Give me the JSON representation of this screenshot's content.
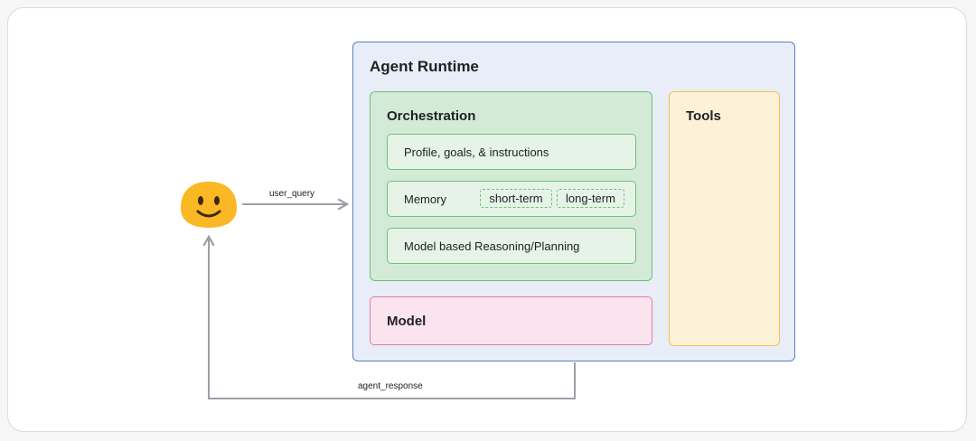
{
  "runtime": {
    "title": "Agent Runtime"
  },
  "orchestration": {
    "title": "Orchestration",
    "profile": "Profile, goals, & instructions",
    "memory": {
      "label": "Memory",
      "short_term": "short-term",
      "long_term": "long-term"
    },
    "reasoning": "Model based Reasoning/Planning"
  },
  "model": {
    "label": "Model"
  },
  "tools": {
    "label": "Tools"
  },
  "edges": {
    "user_query": "user_query",
    "agent_response": "agent_response"
  },
  "colors": {
    "runtime": "#5b7fc4",
    "orchestration": "#6fbf7a",
    "model": "#e27aa6",
    "tools": "#f4c04e",
    "user": "#f9b824",
    "arrow": "#9aa0a6"
  },
  "icons": {
    "user": "smiley-face-icon"
  }
}
